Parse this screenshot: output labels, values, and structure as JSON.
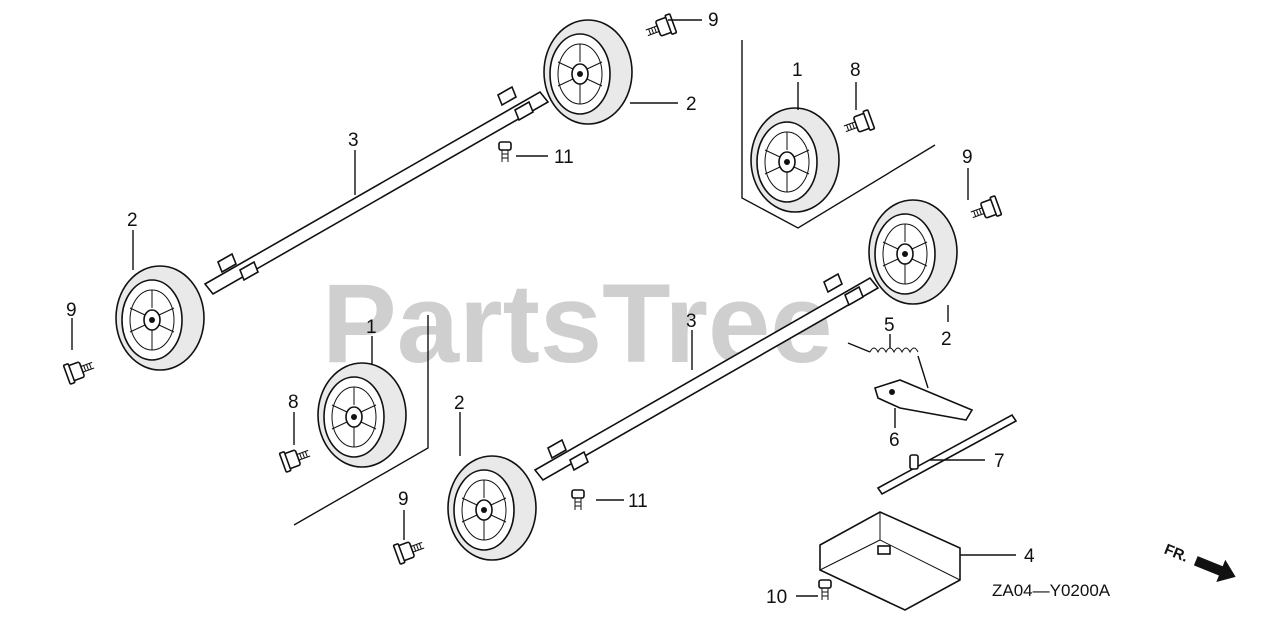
{
  "watermark": "PartsTree",
  "drawing_code": "ZA04—Y0200A",
  "front_arrow": {
    "label": "FR.",
    "icon": "arrow-right-down-icon"
  },
  "callouts": {
    "c1a": "1",
    "c1b": "1",
    "c2a": "2",
    "c2b": "2",
    "c2c": "2",
    "c2d": "2",
    "c3a": "3",
    "c3b": "3",
    "c4": "4",
    "c5": "5",
    "c6": "6",
    "c7": "7",
    "c8a": "8",
    "c8b": "8",
    "c9a": "9",
    "c9b": "9",
    "c9c": "9",
    "c9d": "9",
    "c10": "10",
    "c11a": "11",
    "c11b": "11"
  },
  "colors": {
    "line": "#111111",
    "watermark": "#cfcfcf",
    "background": "#ffffff"
  }
}
